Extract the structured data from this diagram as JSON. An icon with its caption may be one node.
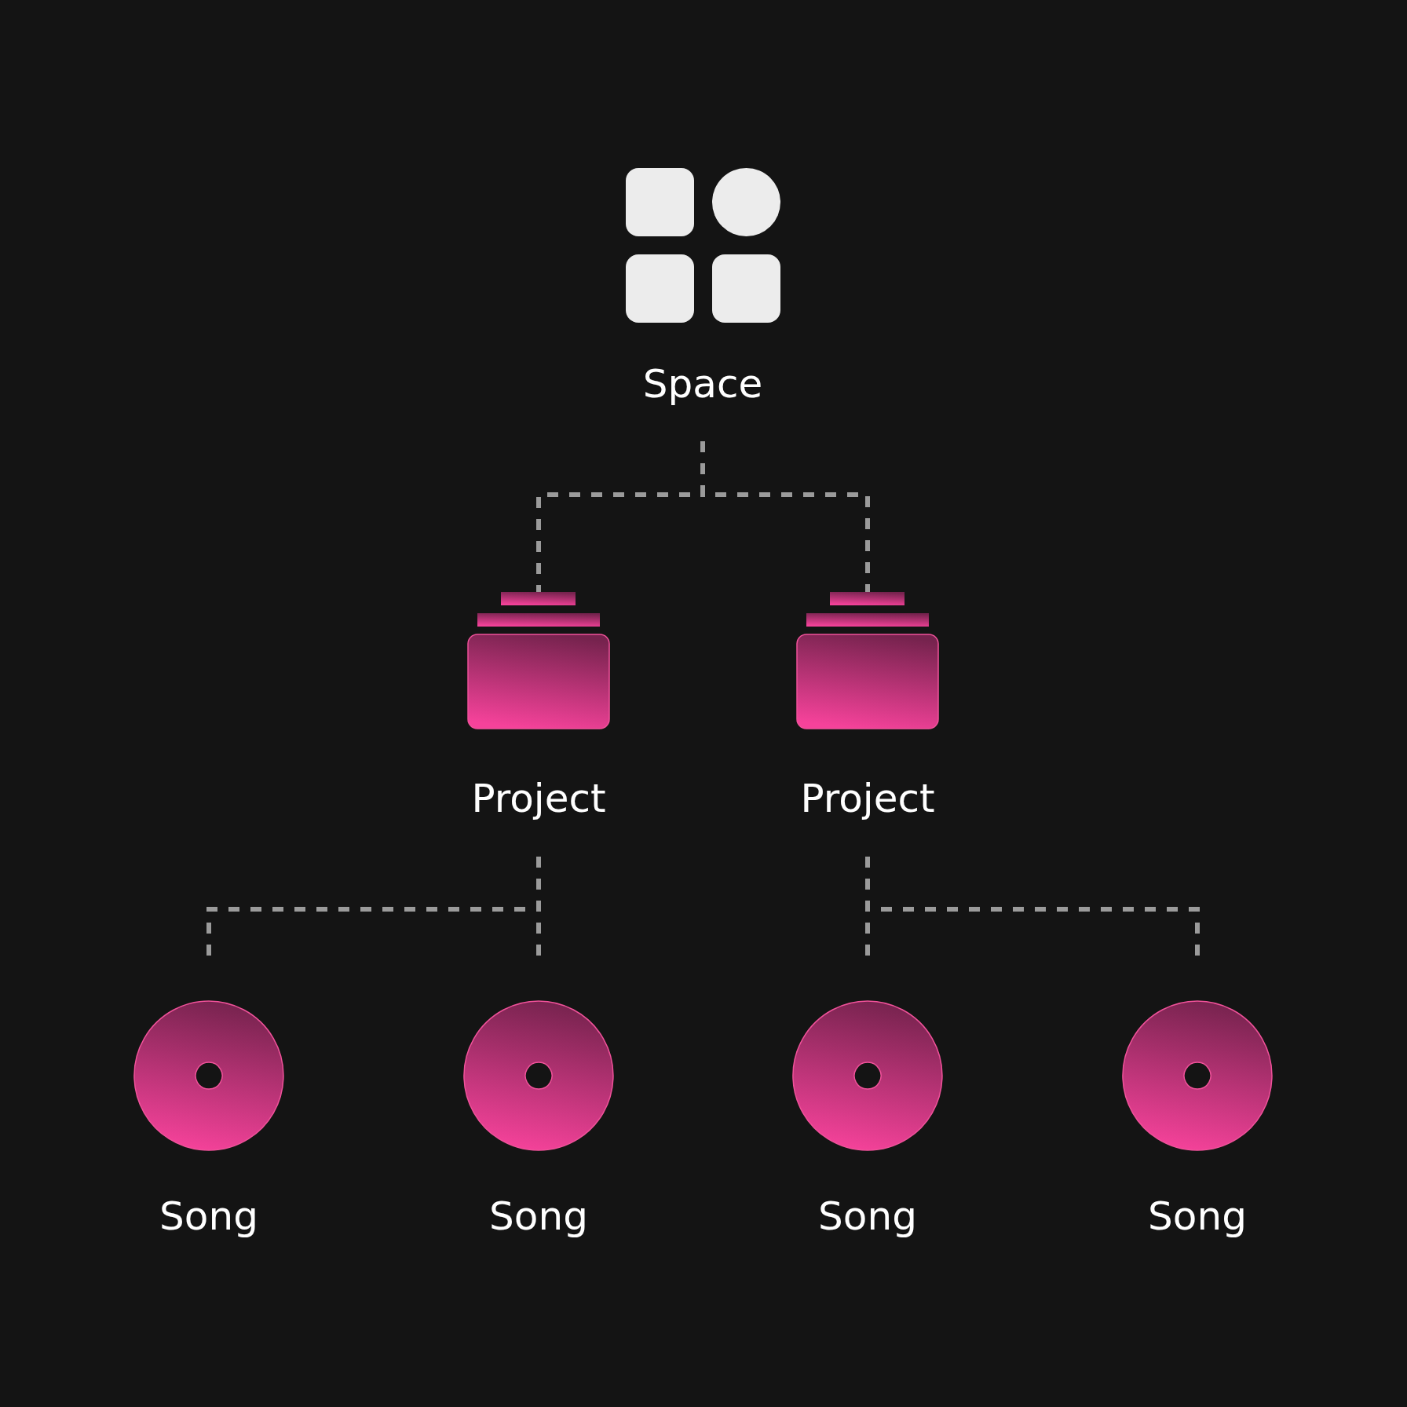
{
  "diagram": {
    "nodes": [
      {
        "text": [
          "Space"
        ]
      },
      {
        "text": [
          "Project"
        ]
      },
      {
        "text": [
          "Project"
        ]
      },
      {
        "text": [
          "Song"
        ]
      },
      {
        "text": [
          "Song"
        ]
      },
      {
        "text": [
          "Song"
        ]
      },
      {
        "text": [
          "Song"
        ]
      }
    ],
    "edges": [
      {
        "from": 0,
        "to": 1,
        "arrow": "none",
        "style": "dashed"
      },
      {
        "from": 0,
        "to": 2,
        "arrow": "none",
        "style": "dashed"
      },
      {
        "from": 1,
        "to": 3,
        "arrow": "none",
        "style": "dashed"
      },
      {
        "from": 1,
        "to": 4,
        "arrow": "none",
        "style": "dashed"
      },
      {
        "from": 2,
        "to": 5,
        "arrow": "none",
        "style": "dashed"
      },
      {
        "from": 2,
        "to": 6,
        "arrow": "none",
        "style": "dashed"
      }
    ]
  }
}
